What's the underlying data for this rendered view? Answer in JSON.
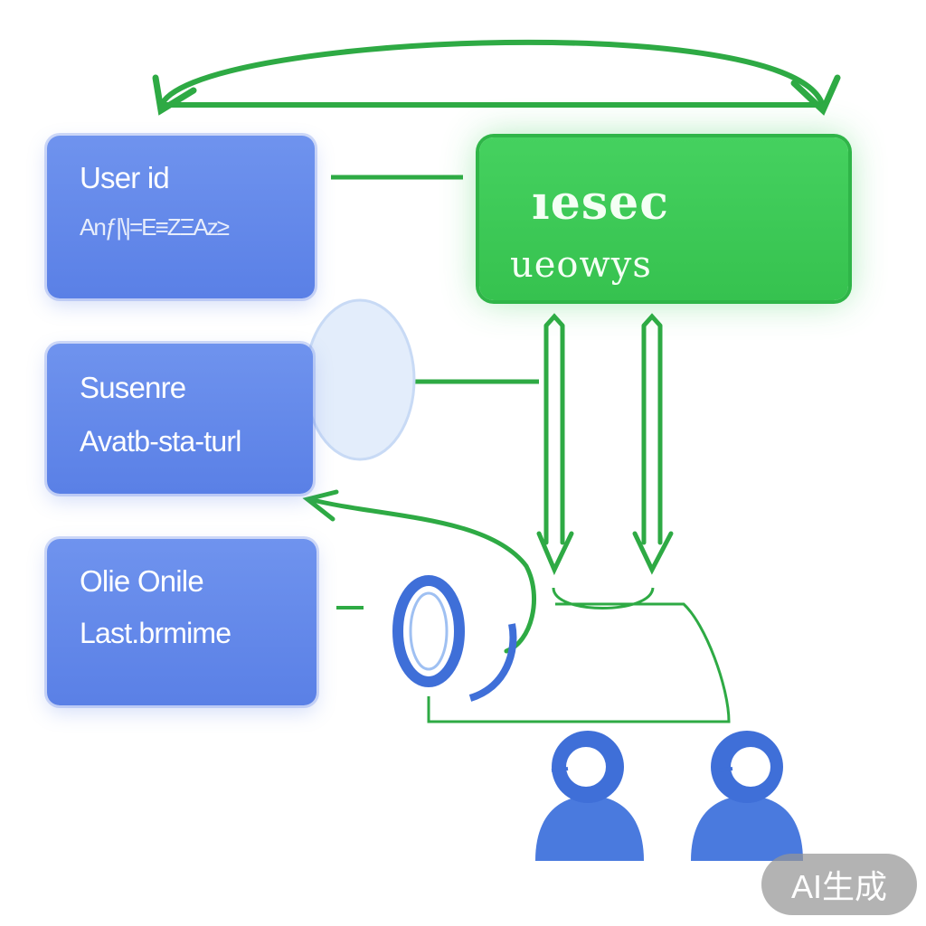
{
  "boxes": {
    "user": {
      "line1": "User id",
      "line2": "Anƒ|\\|=E≡ZΞAz≥"
    },
    "profile": {
      "line1": "Susenre",
      "line2": "Avatb-sta-turl"
    },
    "status": {
      "line1": "Olie Onile",
      "line2": "Last.brmime"
    }
  },
  "green_box": {
    "line1": "ıesec",
    "line2": "ueowys"
  },
  "badge": "AI生成",
  "colors": {
    "box_blue": "#5a80e6",
    "arrow_green": "#2eaa44",
    "green_box": "#3ec855",
    "person_blue": "#3f6fd8"
  },
  "icons": [
    "double-headed-arrow",
    "down-arrow-pair",
    "ring-icon",
    "person-icon"
  ]
}
